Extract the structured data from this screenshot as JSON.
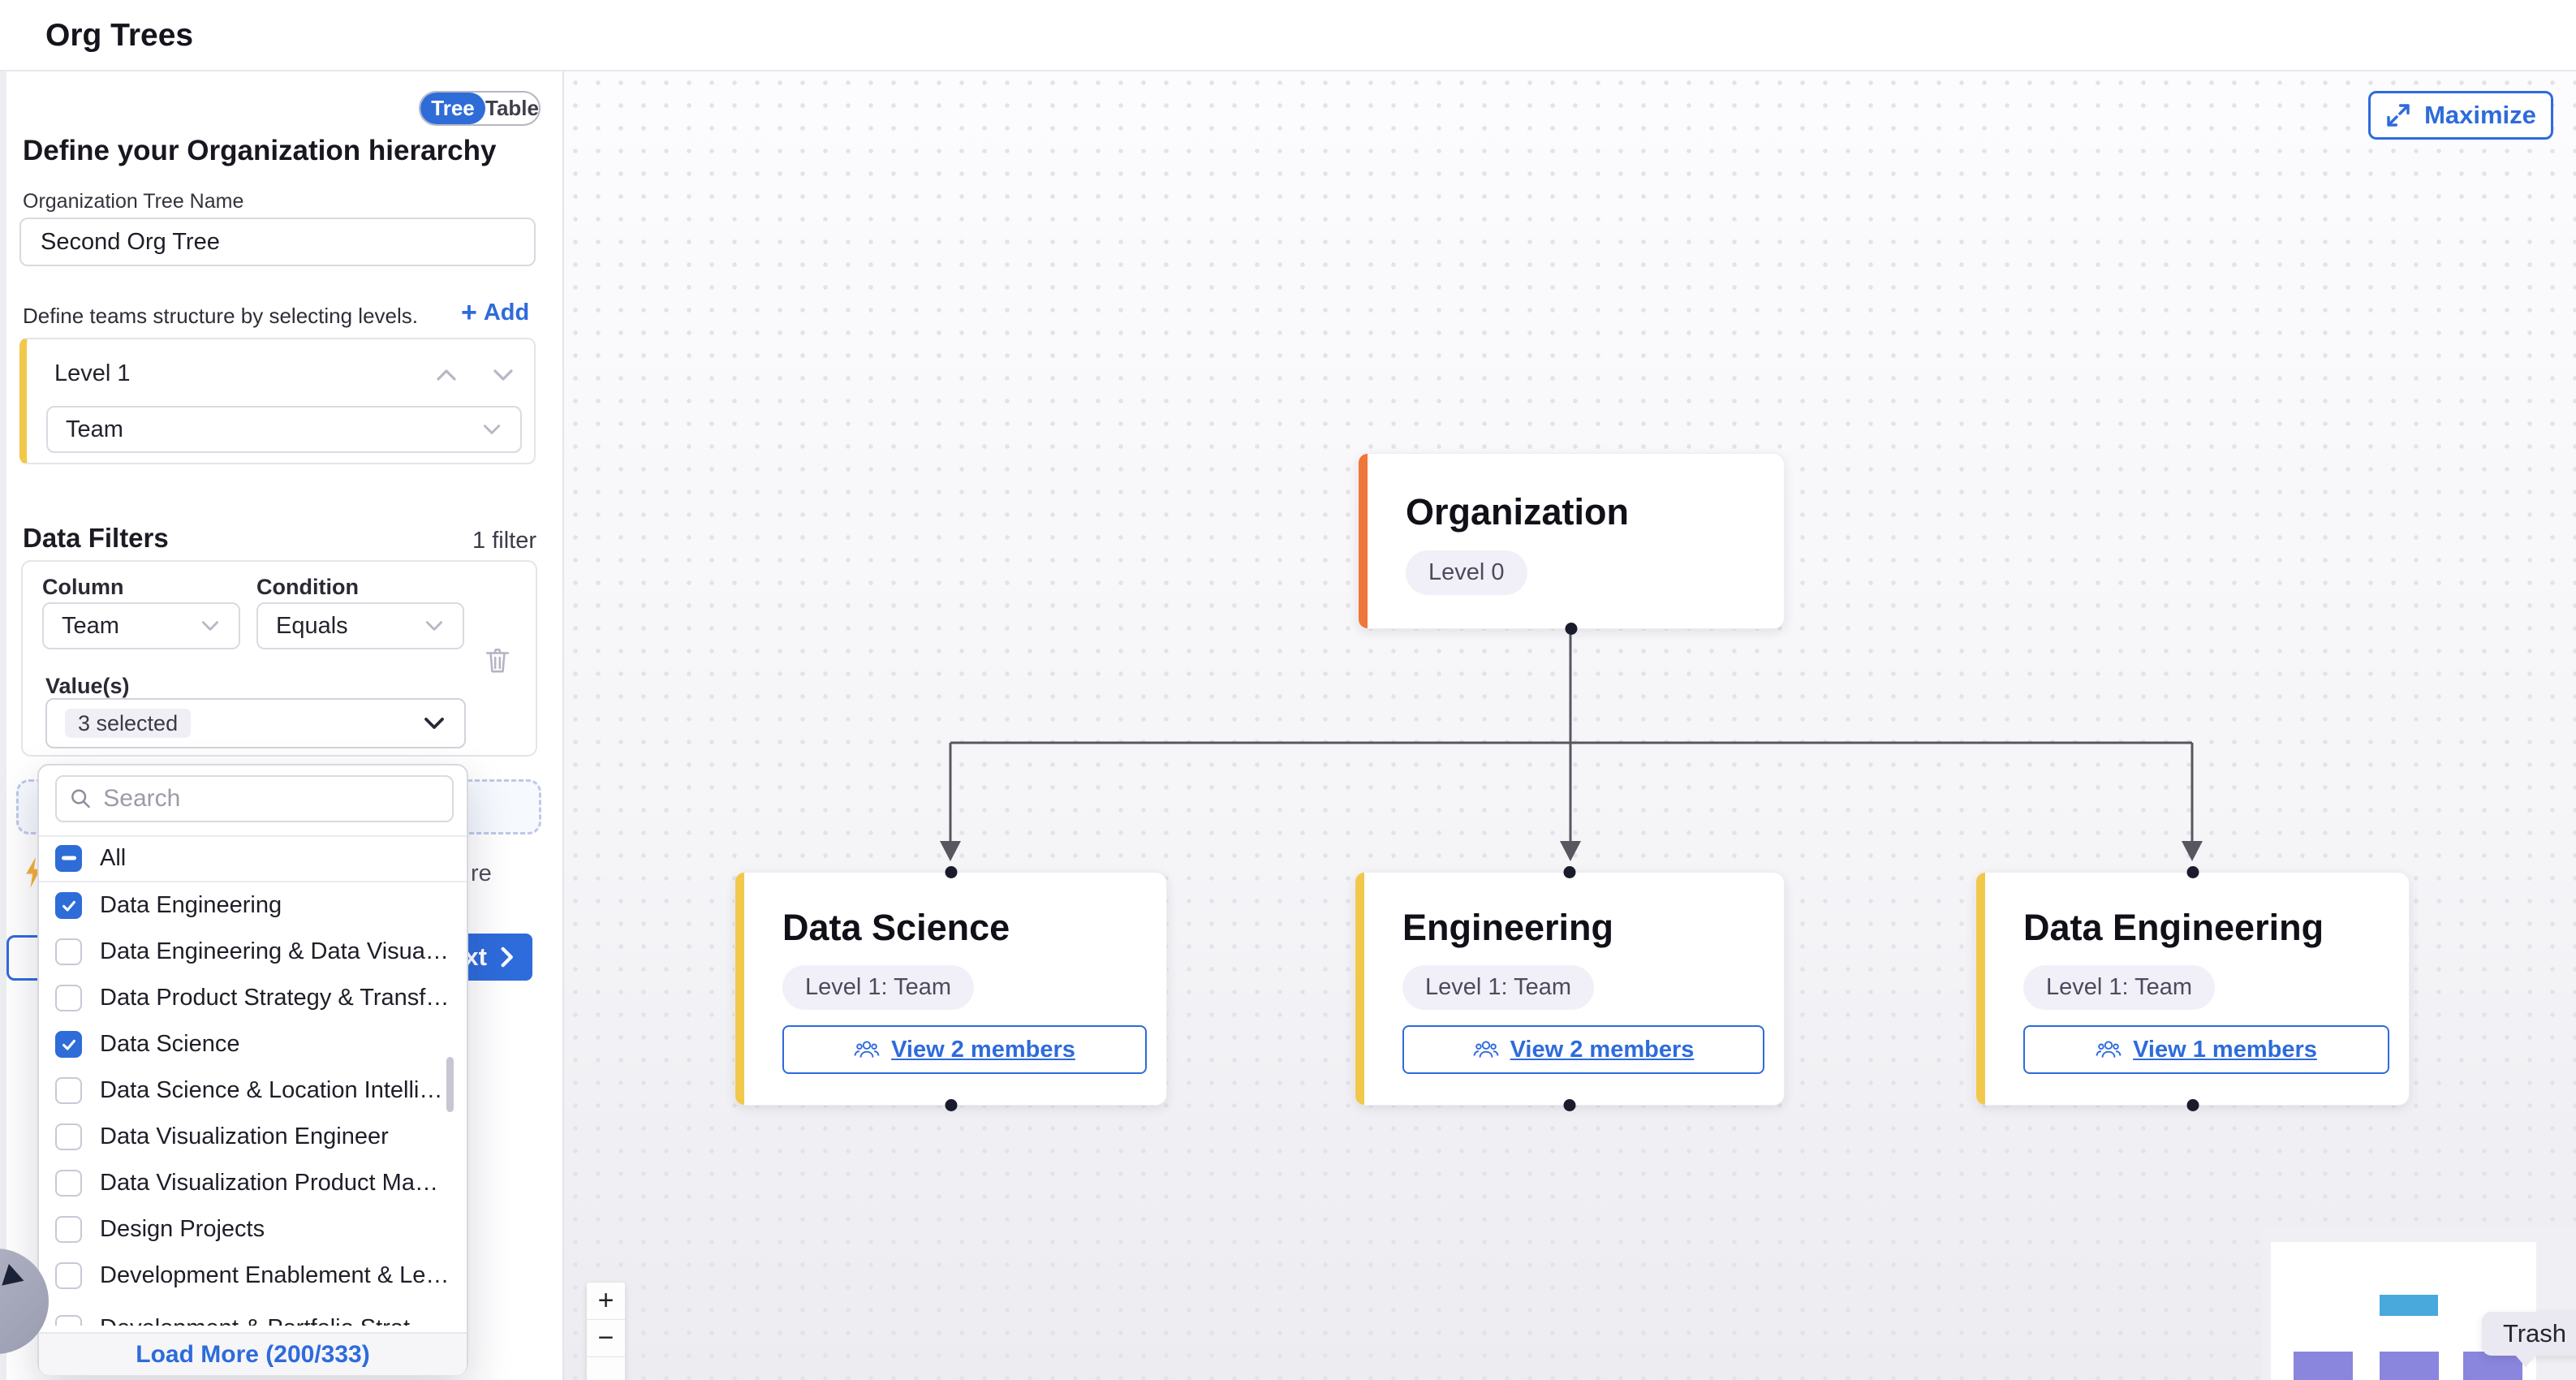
{
  "header": {
    "title": "Org Trees"
  },
  "panel": {
    "view_toggle": {
      "tree": "Tree",
      "table": "Table"
    },
    "heading": "Define your Organization hierarchy",
    "tree_name": {
      "label": "Organization Tree Name",
      "value": "Second Org Tree"
    },
    "structure": {
      "hint": "Define teams structure by selecting levels.",
      "add_label": "Add",
      "level_title": "Level 1",
      "level_value": "Team"
    },
    "filters": {
      "title": "Data Filters",
      "count": "1 filter",
      "column_label": "Column",
      "column_value": "Team",
      "condition_label": "Condition",
      "condition_value": "Equals",
      "values_label": "Value(s)",
      "values_badge": "3 selected",
      "obscured_fragment": "re"
    },
    "next_label": "Next"
  },
  "dropdown": {
    "search_placeholder": "Search",
    "select_all": "All",
    "options": [
      {
        "label": "Data Engineering",
        "checked": true
      },
      {
        "label": "Data Engineering & Data Visualization",
        "checked": false
      },
      {
        "label": "Data Product Strategy & Transformat...",
        "checked": false
      },
      {
        "label": "Data Science",
        "checked": true
      },
      {
        "label": "Data Science & Location Intelligence",
        "checked": false
      },
      {
        "label": "Data Visualization Engineer",
        "checked": false
      },
      {
        "label": "Data Visualization Product Managem...",
        "checked": false
      },
      {
        "label": "Design Projects",
        "checked": false
      },
      {
        "label": "Development Enablement & Lead Ge...",
        "checked": false
      },
      {
        "label": "Development & Portfolio Strat...",
        "checked": false
      }
    ],
    "load_more": "Load More (200/333)"
  },
  "canvas": {
    "maximize_label": "Maximize",
    "org": {
      "title": "Organization",
      "badge": "Level 0"
    },
    "children": [
      {
        "title": "Data Science",
        "badge": "Level 1: Team",
        "members_label": "View 2 members"
      },
      {
        "title": "Engineering",
        "badge": "Level 1: Team",
        "members_label": "View 2 members"
      },
      {
        "title": "Data Engineering",
        "badge": "Level 1: Team",
        "members_label": "View 1 members"
      }
    ],
    "zoom_in": "+",
    "zoom_out": "−",
    "trash_tooltip": "Trash"
  },
  "colors": {
    "accent_blue": "#2e6bdb",
    "toggle_blue": "#2e6cd8",
    "level_yellow": "#f2c84b",
    "org_orange": "#f0763a",
    "edge_gray": "#57575f",
    "dot_navy": "#1b1b2e",
    "badge_bg": "#f1f0f8",
    "minimap_blue": "#49a8dc",
    "minimap_purple": "#8a85dd"
  }
}
